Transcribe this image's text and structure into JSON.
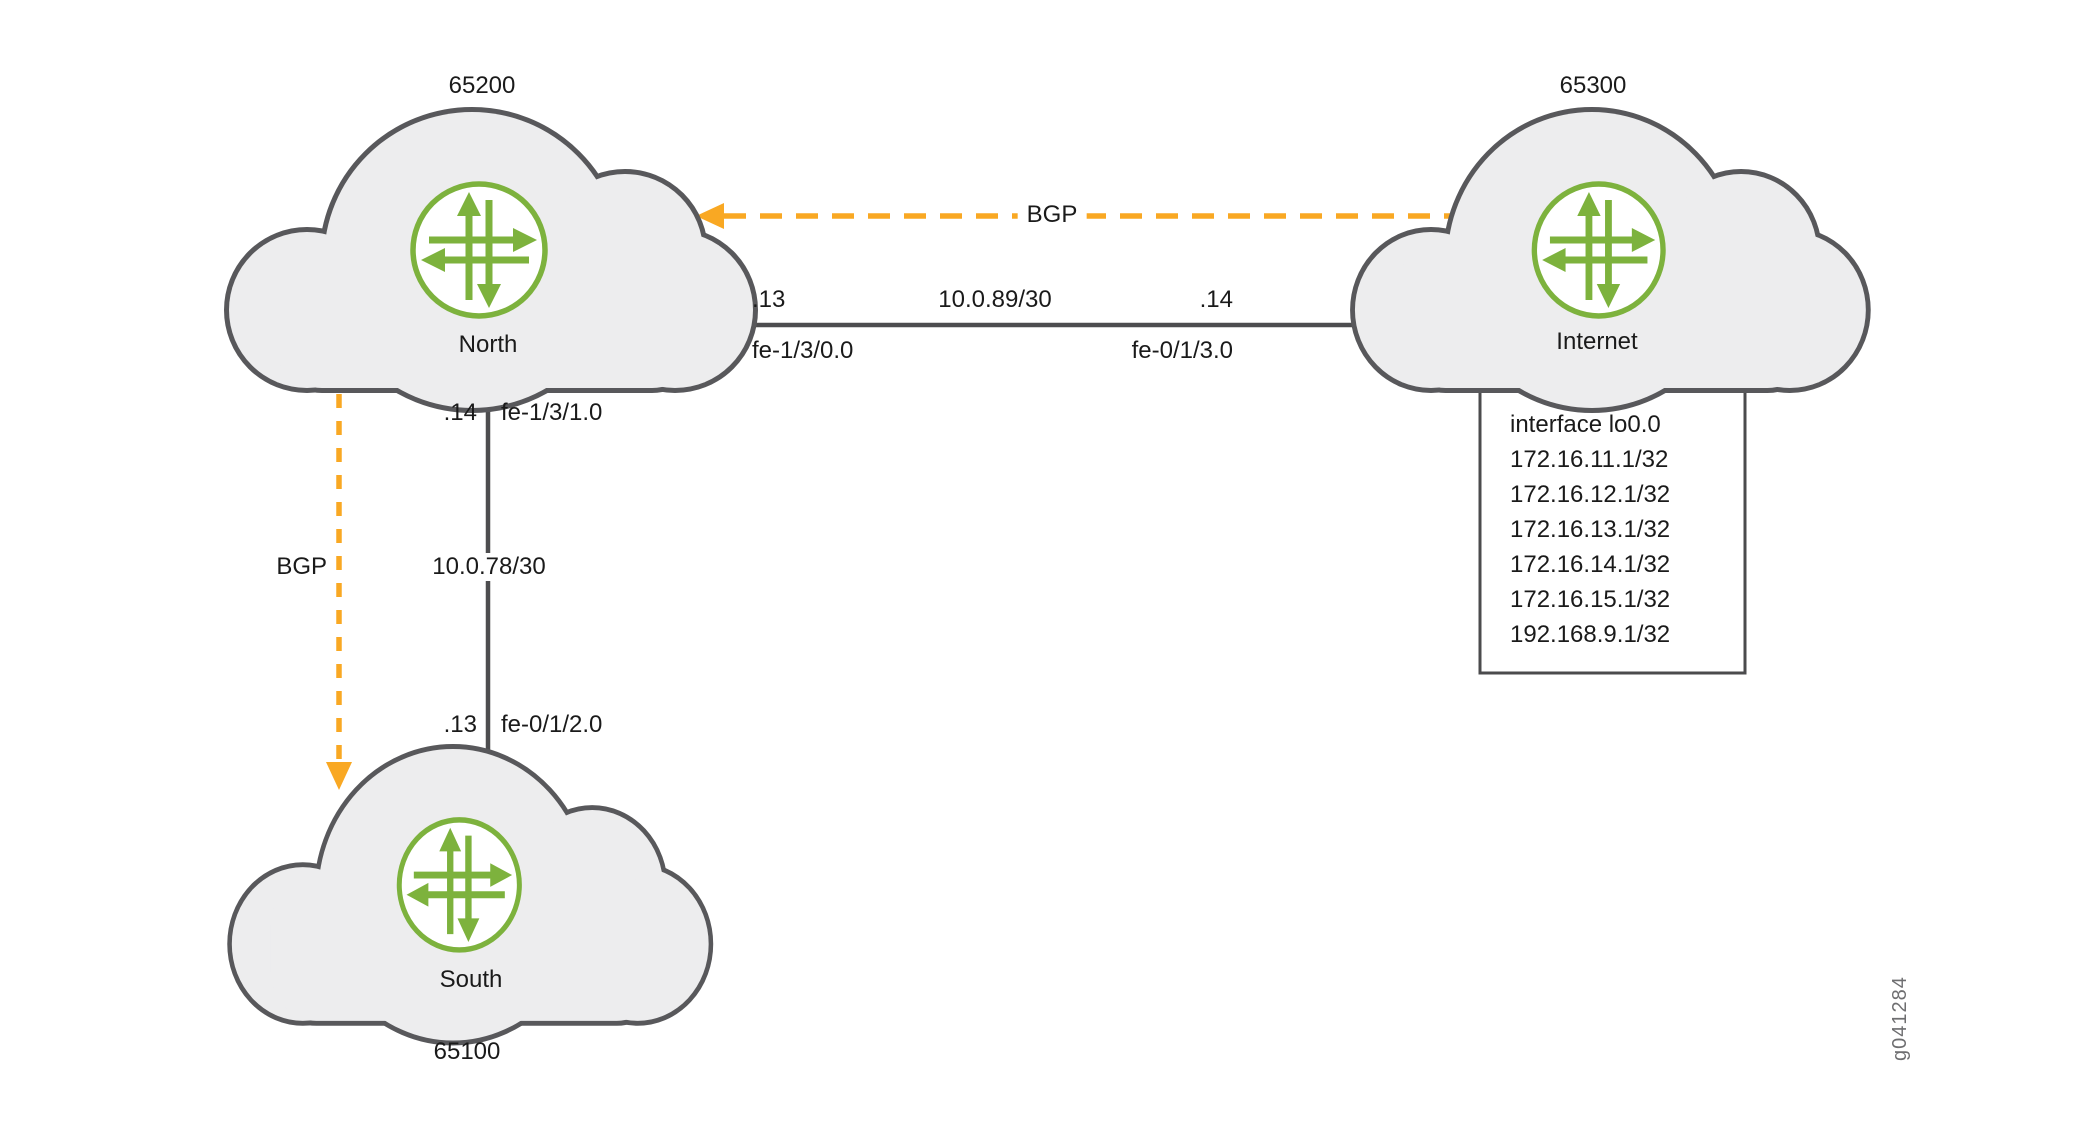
{
  "figure_id": "g041284",
  "colors": {
    "cloud_fill": "#ededee",
    "cloud_stroke": "#58585b",
    "line": "#4d4d4f",
    "orange": "#f9a823",
    "green": "#7db23d",
    "text": "#1a1a1a",
    "box_stroke": "#4b4b4d",
    "figure_gray": "#6e6e70"
  },
  "clouds": [
    {
      "name": "North",
      "as": "65200"
    },
    {
      "name": "Internet",
      "as": "65300"
    },
    {
      "name": "South",
      "as": "65100"
    }
  ],
  "links": [
    {
      "subnet": "10.0.89/30",
      "left_ip": ".13",
      "left_interface": "fe-1/3/0.0",
      "right_ip": ".14",
      "right_interface": "fe-0/1/3.0"
    },
    {
      "subnet": "10.0.78/30",
      "top_ip": ".14",
      "top_interface": "fe-1/3/1.0",
      "bottom_ip": ".13",
      "bottom_interface": "fe-0/1/2.0"
    }
  ],
  "bgp": {
    "north_internet_label": "BGP",
    "north_south_label": "BGP"
  },
  "loopback_box": {
    "title": "interface lo0.0",
    "addresses": [
      "172.16.11.1/32",
      "172.16.12.1/32",
      "172.16.13.1/32",
      "172.16.14.1/32",
      "172.16.15.1/32",
      "192.168.9.1/32"
    ]
  }
}
